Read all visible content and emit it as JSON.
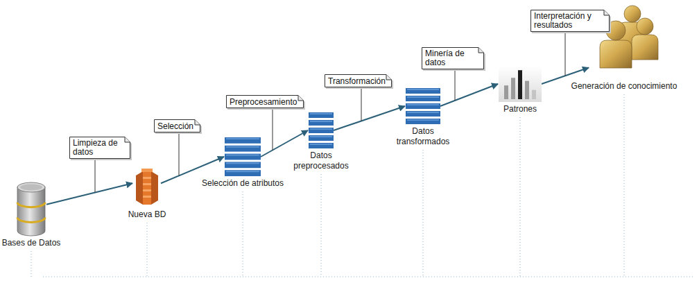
{
  "diagram": {
    "nodes": [
      {
        "text": [
          "Bases de Datos"
        ]
      },
      {
        "text": [
          "Nueva BD"
        ]
      },
      {
        "text": [
          "Selección de atributos"
        ]
      },
      {
        "text": [
          "Datos preprocesados"
        ]
      },
      {
        "text": [
          "Datos transformados"
        ]
      },
      {
        "text": [
          "Patrones"
        ]
      },
      {
        "text": [
          "Generación de conocimiento"
        ]
      }
    ],
    "edges": [
      {
        "from": 0,
        "to": 1,
        "arrow": "to",
        "label": "Limpieza de datos"
      },
      {
        "from": 1,
        "to": 2,
        "arrow": "to",
        "label": "Selección"
      },
      {
        "from": 2,
        "to": 3,
        "arrow": "to",
        "label": "Preprocesamiento"
      },
      {
        "from": 3,
        "to": 4,
        "arrow": "to",
        "label": "Transformación"
      },
      {
        "from": 4,
        "to": 5,
        "arrow": "to",
        "label": "Minería de datos"
      },
      {
        "from": 5,
        "to": 6,
        "arrow": "to",
        "label": "Interpretación y resultados"
      }
    ]
  }
}
